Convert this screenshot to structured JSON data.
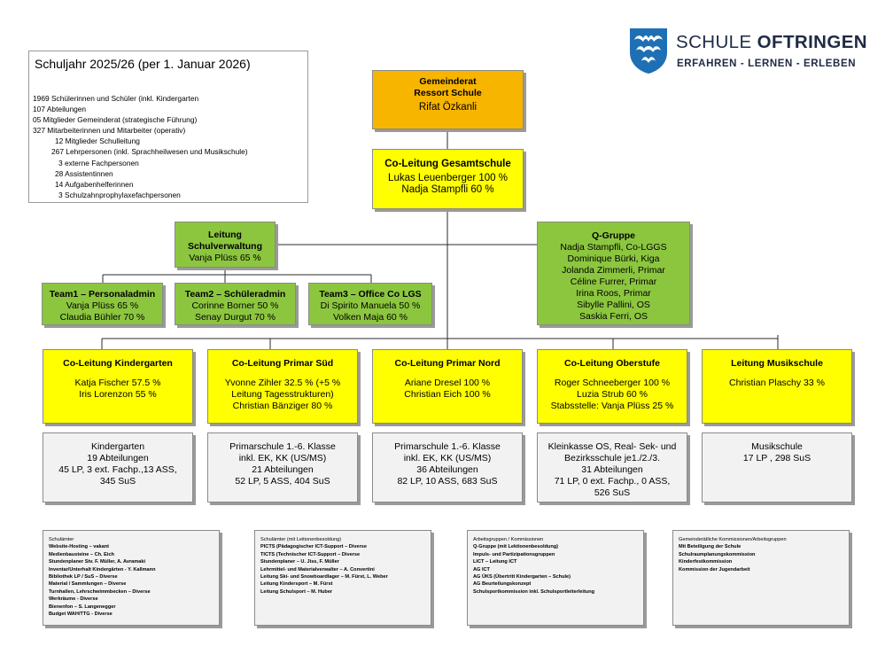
{
  "info": {
    "title": "Schuljahr 2025/26 (per 1. Januar 2026)",
    "lines": [
      "1969 Schülerinnen und Schüler (inkl. Kindergarten",
      "107 Abteilungen",
      "05 Mitglieder Gemeinderat (strategische Führung)",
      "327 Mitarbeiterinnen und Mitarbeiter (operativ)",
      "12 Mitglieder Schulleitung",
      "267 Lehrpersonen (inkl. Sprachheilwesen und Musikschule)",
      "3 externe Fachpersonen",
      "28 Assistentinnen",
      "14 Aufgabenhelferinnen",
      "3 Schulzahnprophylaxefachpersonen"
    ]
  },
  "logo": {
    "name_light": "SCHULE ",
    "name_bold": "OFTRINGEN",
    "tagline": "ERFAHREN - LERNEN - ERLEBEN",
    "icon": "school-crest-icon",
    "color": "#1f6fb5"
  },
  "colors": {
    "orange": "#f7b500",
    "yellow": "#ffff00",
    "green": "#8cc63f",
    "grey": "#f2f2f2"
  },
  "gemeinderat": {
    "title_1": "Gemeinderat",
    "title_2": "Ressort Schule",
    "person": "Rifat Özkanli"
  },
  "gesamtschule": {
    "title": "Co-Leitung Gesamtschule",
    "people": [
      "Lukas Leuenberger 100 %",
      "Nadja Stampfli 60 %"
    ]
  },
  "schulverwaltung": {
    "title_1": "Leitung",
    "title_2": "Schulverwaltung",
    "person": "Vanja Plüss 65 %"
  },
  "qgruppe": {
    "title": "Q-Gruppe",
    "people": [
      "Nadja Stampfli, Co-LGGS",
      "Dominique Bürki, Kiga",
      "Jolanda Zimmerli, Primar",
      "Céline Furrer, Primar",
      "Irina Roos, Primar",
      "Sibylle Pallini, OS",
      "Saskia Ferri, OS"
    ]
  },
  "teams": [
    {
      "title": "Team1 – Personaladmin",
      "people": [
        "Vanja Plüss 65 %",
        "Claudia Bühler 70 %"
      ]
    },
    {
      "title": "Team2 – Schüleradmin",
      "people": [
        "Corinne Borner 50 %",
        "Senay Durgut 70 %"
      ]
    },
    {
      "title": "Team3 – Office Co LGS",
      "people": [
        "Di Spirito Manuela 50 %",
        "Volken Maja 60 %"
      ]
    }
  ],
  "leitungen": [
    {
      "title": "Co-Leitung Kindergarten",
      "people": [
        "Katja Fischer 57.5 %",
        "Iris Lorenzon 55 %"
      ]
    },
    {
      "title": "Co-Leitung Primar Süd",
      "people": [
        "Yvonne Zihler 32.5 % (+5 %",
        "Leitung Tagesstrukturen)",
        "Christian Bänziger 80 %"
      ]
    },
    {
      "title": "Co-Leitung Primar Nord",
      "people": [
        "Ariane Dresel 100 %",
        "Christian Eich 100 %"
      ]
    },
    {
      "title": "Co-Leitung Oberstufe",
      "people": [
        "Roger Schneeberger 100 %",
        "Luzia Strub 60 %",
        "Stabsstelle: Vanja Plüss 25 %"
      ]
    },
    {
      "title": "Leitung Musikschule",
      "people": [
        "Christian Plaschy 33 %"
      ]
    }
  ],
  "stufen": [
    {
      "lines": [
        "Kindergarten",
        "19 Abteilungen",
        "45 LP, 3 ext. Fachp.,13 ASS,",
        "345 SuS"
      ]
    },
    {
      "lines": [
        "Primarschule 1.-6. Klasse",
        "inkl. EK, KK (US/MS)",
        "21 Abteilungen",
        "52 LP, 5 ASS, 404 SuS"
      ]
    },
    {
      "lines": [
        "Primarschule 1.-6. Klasse",
        "inkl. EK, KK (US/MS)",
        "36 Abteilungen",
        "82 LP, 10 ASS, 683 SuS"
      ]
    },
    {
      "lines": [
        "Kleinkasse OS, Real- Sek- und",
        "Bezirksschule je1./2./3.",
        "31 Abteilungen",
        "71 LP, 0 ext. Fachp., 0 ASS,",
        "526 SuS"
      ]
    },
    {
      "lines": [
        "Musikschule",
        "17 LP , 298 SuS"
      ]
    }
  ],
  "bottom": [
    {
      "lines": [
        "Schulämter",
        "Website-Hosting – vakant",
        "Medienbausteine – Ch. Eich",
        "Stundenplaner Stv. F. Müller, A. Avramaki",
        "Inventar/Unterhalt Kindergärten - Y. Kallmann",
        "Bibliothek LP / SuS – Diverse",
        "Material / Sammlungen – Diverse",
        "Turnhallen, Lehrschwimmbecken – Diverse",
        "Werkräume - Diverse",
        "Bienenfon – S. Langenegger",
        "Budget WAH/TTG - Diverse"
      ]
    },
    {
      "lines": [
        "Schulämter (mit Leitionenbesoldung)",
        "PICTS (Pädagogischer ICT-Support – Diverse",
        "TICTS (Technischer ICT-Support – Diverse",
        "Stundenplaner – U. Jiss, F. Müller",
        "Lehrmittel- und Materialverwalter – A. Convertini",
        "Leitung Ski- und Snowboardlager – M. Fürst, L. Weber",
        "Leitung Kindersport – M. Fürst",
        "Leitung Schulsport – M. Huber"
      ]
    },
    {
      "lines": [
        "Arbeitsgruppen / Kommissionen",
        "Q-Gruppe (mit Lektionenbesoldung)",
        "Impuls- und Partizipationsgruppen",
        "LICT – Leitung ICT",
        "AG ICT",
        "AG ÜKS (Übertritt Kindergarten – Schule)",
        "AG Beurteilungskonzept",
        "Schulsportkommission inkl. Schulsportleiterleitung"
      ]
    },
    {
      "lines": [
        "Gemeinderätliche Kommissionen/Arbeitsgruppen",
        "Mit Beteiligung der Schule",
        "Schulraumplanungskommission",
        "Kinderfestkommission",
        "Kommission der Jugendarbeit"
      ]
    }
  ]
}
